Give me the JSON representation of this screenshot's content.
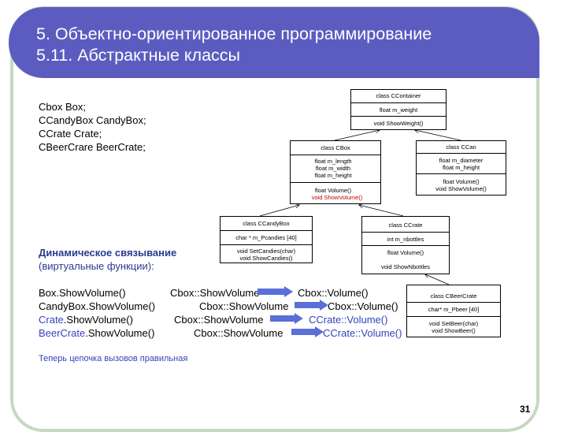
{
  "title": {
    "line1": "5. Объектно-ориентированное программирование",
    "line2": "5.11. Абстрактные классы"
  },
  "declarations": [
    "Cbox Box;",
    "CCandyBox CandyBox;",
    "CCrate Crate;",
    "CBeerCrare BeerCrate;"
  ],
  "dynamic": {
    "heading": "Динамическое связывание",
    "subheading": "(виртуальные функции):"
  },
  "calls": [
    {
      "call": "Box.ShowVolume()",
      "via": "Cbox::ShowVolume",
      "target": "Cbox::Volume()"
    },
    {
      "call_obj": "CandyBox",
      "call_rest": ".ShowVolume()",
      "via": "Cbox::ShowVolume",
      "target": "Cbox::Volume()"
    },
    {
      "call_obj": "Crate",
      "call_rest": ".ShowVolume()",
      "via": "Cbox::ShowVolume",
      "target": "CCrate::Volume()"
    },
    {
      "call_obj": "BeerCrate",
      "call_rest": ".ShowVolume()",
      "via": "Cbox::ShowVolume",
      "target": "CCrate::Volume()"
    }
  ],
  "conclusion": "Теперь цепочка вызовов правильная",
  "page_number": "31",
  "classes": {
    "container": {
      "name": "class CContainer",
      "fields": [
        "float m_weight"
      ],
      "methods": [
        "void ShowWeight()"
      ]
    },
    "box": {
      "name": "class CBox",
      "fields": [
        "float m_length",
        "float m_width",
        "float m_height"
      ],
      "methods": [
        "float Volume()",
        "void  ShowVolume()"
      ]
    },
    "can": {
      "name": "class CCan",
      "fields": [
        "float m_diameter",
        "float m_height"
      ],
      "methods": [
        "float Volume()",
        "void  ShowVolume()"
      ]
    },
    "candybox": {
      "name": "class CCandyBox",
      "fields": [
        "char * m_Pcandies [40]"
      ],
      "methods": [
        "void SetCandies(char)",
        "void ShowCandies()"
      ]
    },
    "crate": {
      "name": "class CCrate",
      "fields": [
        "int m_nbottles"
      ],
      "methods": [
        "float Volume()",
        "void ShowNbottles"
      ]
    },
    "beercrate": {
      "name": "class CBeerCrate",
      "fields": [
        "char* m_Pbeer [40]"
      ],
      "methods": [
        "void SetBeer(char)",
        "void ShowBeer()"
      ]
    }
  }
}
